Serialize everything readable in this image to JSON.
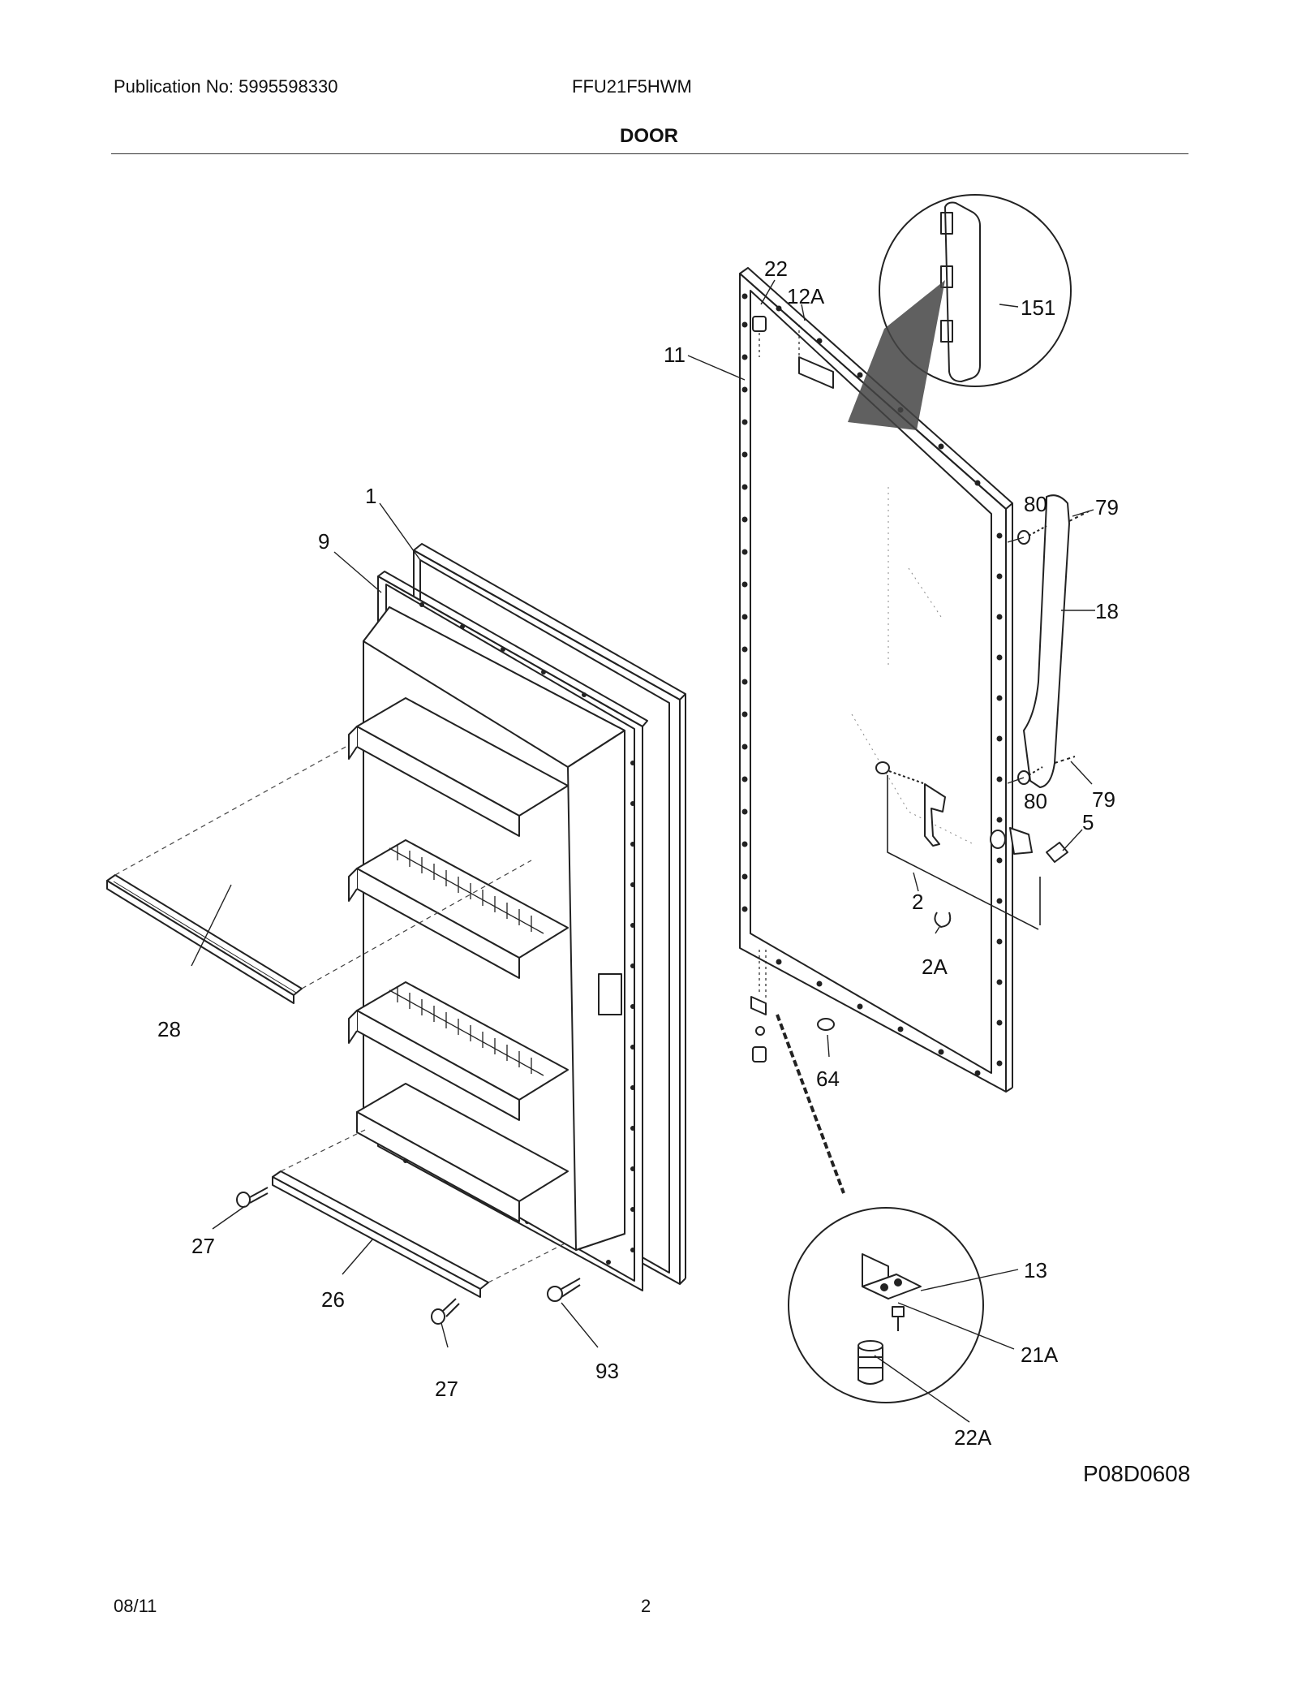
{
  "header": {
    "publication": "Publication No: 5995598330",
    "model": "FFU21F5HWM",
    "section": "DOOR"
  },
  "footer": {
    "date": "08/11",
    "page": "2",
    "figure_code": "P08D0608"
  },
  "callouts": {
    "c1": "1",
    "c2": "2",
    "c2a": "2A",
    "c5": "5",
    "c9": "9",
    "c11": "11",
    "c12a": "12A",
    "c13": "13",
    "c18": "18",
    "c21a": "21A",
    "c22": "22",
    "c22a": "22A",
    "c26": "26",
    "c27a": "27",
    "c27b": "27",
    "c28": "28",
    "c64": "64",
    "c79a": "79",
    "c79b": "79",
    "c80a": "80",
    "c80b": "80",
    "c93": "93",
    "c151": "151"
  }
}
